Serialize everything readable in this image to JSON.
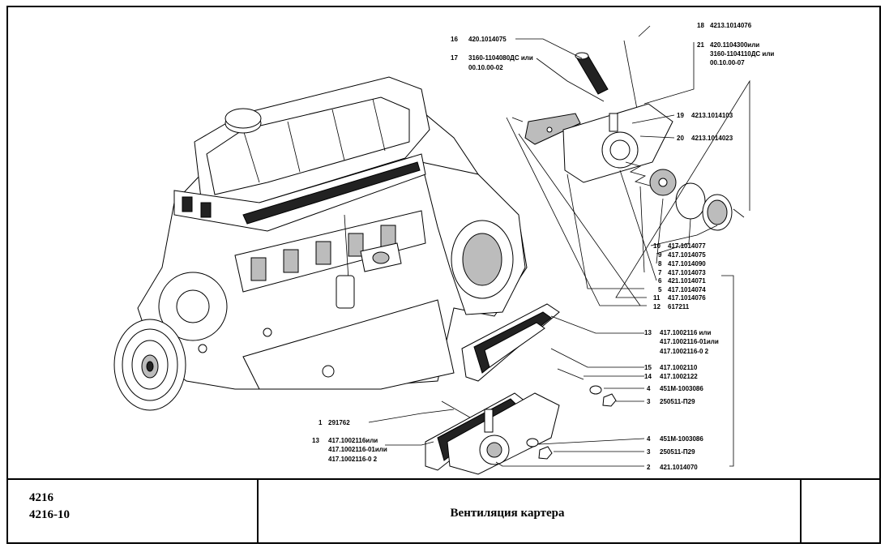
{
  "title_block": {
    "models": [
      "4216",
      "4216-10"
    ],
    "title": "Вентиляция картера"
  },
  "callouts": [
    {
      "num": "16",
      "code": "420.1014075"
    },
    {
      "num": "17",
      "code": "3160-1104080ДС или",
      "code2": "00.10.00-02"
    },
    {
      "num": "18",
      "code": "4213.1014076"
    },
    {
      "num": "21",
      "code": "420.1104300или",
      "code2": "3160-1104110ДС или",
      "code3": "00.10.00-07"
    },
    {
      "num": "19",
      "code": "4213.1014103"
    },
    {
      "num": "20",
      "code": "4213.1014023"
    },
    {
      "num": "10",
      "code": "417.1014077"
    },
    {
      "num": "9",
      "code": "417.1014075"
    },
    {
      "num": "8",
      "code": "417.1014090"
    },
    {
      "num": "7",
      "code": "417.1014073"
    },
    {
      "num": "6",
      "code": "421.1014071"
    },
    {
      "num": "5",
      "code": "417.1014074"
    },
    {
      "num": "11",
      "code": "417.1014076"
    },
    {
      "num": "12",
      "code": "617211"
    },
    {
      "num": "13",
      "code": "417.1002116 или",
      "code2": "417.1002116-01или",
      "code3": "417.1002116-0 2"
    },
    {
      "num": "15",
      "code": "417.1002110"
    },
    {
      "num": "14",
      "code": "417.1002122"
    },
    {
      "num": "4",
      "code": "451М-1003086"
    },
    {
      "num": "3",
      "code": "250511-П29"
    },
    {
      "num": "1",
      "code": "291762"
    },
    {
      "num": "13",
      "code": "417.1002116или",
      "code2": "417.1002116-01или",
      "code3": "417.1002116-0 2"
    },
    {
      "num": "4",
      "code": "451М-1003086"
    },
    {
      "num": "3",
      "code": "250511-П29"
    },
    {
      "num": "2",
      "code": "421.1014070"
    }
  ]
}
